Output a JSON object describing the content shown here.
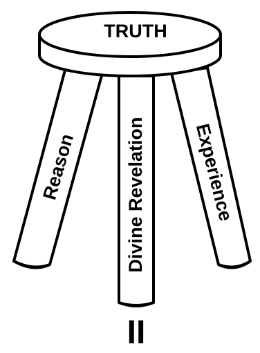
{
  "seat": {
    "label": "TRUTH"
  },
  "legs": [
    {
      "label": "Reason"
    },
    {
      "label": "Divine Revelation"
    },
    {
      "label": "Experience"
    }
  ],
  "caption": "II",
  "colors": {
    "stroke": "#000000",
    "fill": "#ffffff"
  }
}
